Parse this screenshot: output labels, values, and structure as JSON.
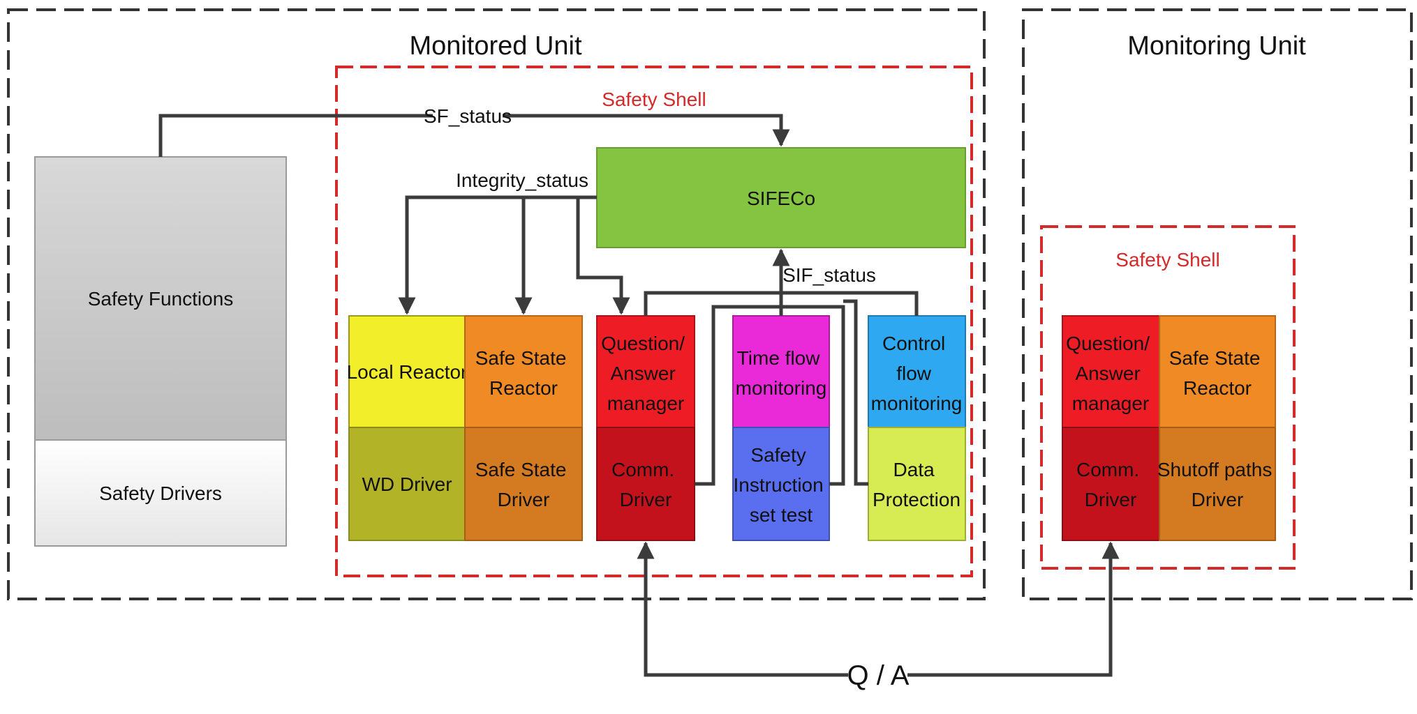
{
  "monitored_unit": {
    "title": "Monitored Unit",
    "safety_shell_title": "Safety Shell",
    "safety_functions": "Safety Functions",
    "safety_drivers": "Safety Drivers",
    "sifeco": "SIFECo",
    "blocks": {
      "local_reactor": "Local Reactor",
      "safe_state_reactor": [
        "Safe State",
        "Reactor"
      ],
      "wd_driver": "WD Driver",
      "safe_state_driver": [
        "Safe State",
        "Driver"
      ],
      "qa_manager": [
        "Question/",
        "Answer",
        "manager"
      ],
      "comm_driver": [
        "Comm.",
        "Driver"
      ],
      "time_flow": [
        "Time flow",
        "monitoring"
      ],
      "safety_instr": [
        "Safety",
        "Instruction",
        "set test"
      ],
      "control_flow": [
        "Control",
        "flow",
        "monitoring"
      ],
      "data_protection": [
        "Data",
        "Protection"
      ]
    },
    "signals": {
      "sf_status": "SF_status",
      "integrity_status": "Integrity_status",
      "sif_status": "SIF_status"
    }
  },
  "monitoring_unit": {
    "title": "Monitoring Unit",
    "safety_shell_title": "Safety Shell",
    "blocks": {
      "qa_manager": [
        "Question/",
        "Answer",
        "manager"
      ],
      "safe_state_reactor": [
        "Safe State",
        "Reactor"
      ],
      "comm_driver": [
        "Comm.",
        "Driver"
      ],
      "shutoff_driver": [
        "Shutoff paths",
        "Driver"
      ]
    }
  },
  "link_label": "Q / A",
  "colors": {
    "yellow": "#f2ee2a",
    "olive": "#b3b328",
    "orange": "#f08a24",
    "dark_orange": "#d47b22",
    "red": "#ee1c25",
    "dark_red": "#c4121c",
    "magenta": "#ea2ad8",
    "blue_violet": "#5a6ef0",
    "sky_blue": "#2ea8f0",
    "lime": "#d6ec52",
    "green": "#84c441",
    "gray": "#cfcfcf",
    "light_gray": "#f2f2f2",
    "shell_red": "#d42a2a",
    "border_dash": "#333333"
  }
}
